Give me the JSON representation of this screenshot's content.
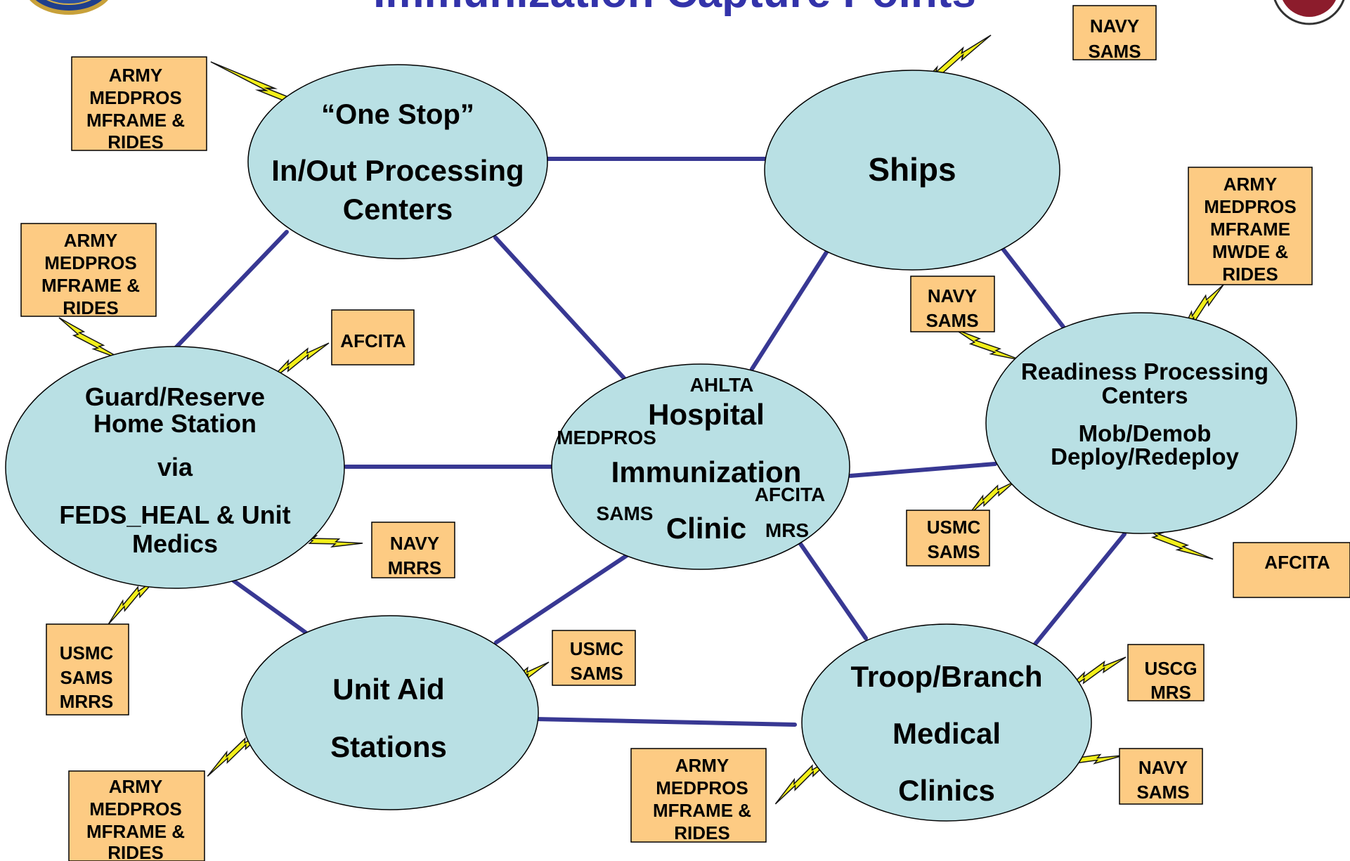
{
  "title": "Immunization Capture Points",
  "nodes": {
    "one_stop": [
      "“One Stop”",
      "In/Out Processing",
      "Centers"
    ],
    "ships": [
      "Ships"
    ],
    "guard": [
      "Guard/Reserve",
      "Home Station",
      "via",
      "FEDS_HEAL & Unit",
      "Medics"
    ],
    "hospital": [
      "Hospital",
      "Immunization",
      "Clinic"
    ],
    "readiness": [
      "Readiness Processing",
      "Centers",
      "Mob/Demob",
      "Deploy/Redeploy"
    ],
    "unit_aid": [
      "Unit Aid",
      "Stations"
    ],
    "troop": [
      "Troop/Branch",
      "Medical",
      "Clinics"
    ]
  },
  "hospital_systems": [
    "AHLTA",
    "MEDPROS",
    "AFCITA",
    "SAMS",
    "MRS"
  ],
  "boxes": [
    {
      "id": "one-stop-army",
      "lines": [
        "ARMY",
        "MEDPROS",
        "MFRAME &",
        "RIDES"
      ]
    },
    {
      "id": "ships-navy",
      "lines": [
        "NAVY",
        "SAMS"
      ]
    },
    {
      "id": "guard-army",
      "lines": [
        "ARMY",
        "MEDPROS",
        "MFRAME &",
        "RIDES"
      ]
    },
    {
      "id": "guard-afcita",
      "lines": [
        "AFCITA"
      ]
    },
    {
      "id": "guard-navy",
      "lines": [
        "NAVY",
        "MRRS"
      ]
    },
    {
      "id": "guard-usmc",
      "lines": [
        "USMC",
        "SAMS",
        "MRRS"
      ]
    },
    {
      "id": "readiness-army",
      "lines": [
        "ARMY",
        "MEDPROS",
        "MFRAME",
        "MWDE &",
        "RIDES"
      ]
    },
    {
      "id": "readiness-navy",
      "lines": [
        "NAVY",
        "SAMS"
      ]
    },
    {
      "id": "readiness-usmc",
      "lines": [
        "USMC",
        "SAMS"
      ]
    },
    {
      "id": "readiness-afcita",
      "lines": [
        "AFCITA"
      ]
    },
    {
      "id": "unit-aid-usmc",
      "lines": [
        "USMC",
        "SAMS"
      ]
    },
    {
      "id": "unit-aid-army",
      "lines": [
        "ARMY",
        "MEDPROS",
        "MFRAME &",
        "RIDES"
      ]
    },
    {
      "id": "troop-army",
      "lines": [
        "ARMY",
        "MEDPROS",
        "MFRAME &",
        "RIDES"
      ]
    },
    {
      "id": "troop-uscg",
      "lines": [
        "USCG",
        "MRS"
      ]
    },
    {
      "id": "troop-navy",
      "lines": [
        "NAVY",
        "SAMS"
      ]
    }
  ],
  "colors": {
    "title": "#3333aa",
    "edge": "#383893",
    "node_fill": "#b9e0e4",
    "box_fill": "#fdcb83",
    "bolt_fill": "#f2ef1a"
  }
}
